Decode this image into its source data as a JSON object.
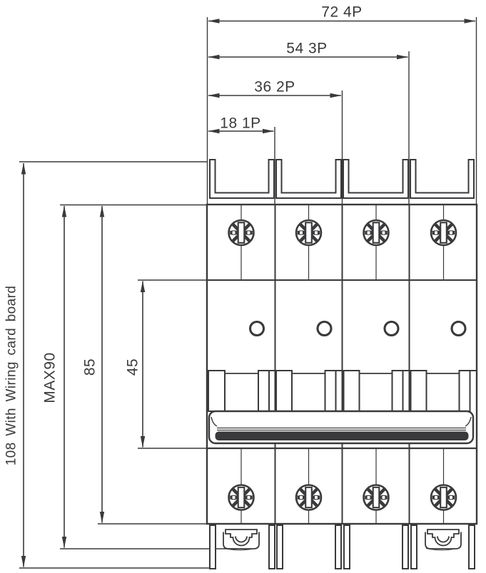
{
  "diagram": {
    "subject": "4-pole miniature circuit breaker - front outline dimension drawing",
    "units": "mm",
    "background": "#ffffff",
    "line_color": "#3a3a3c",
    "h_dims": [
      {
        "label": "72 4P",
        "value": 72,
        "applies_to": "4P"
      },
      {
        "label": "54 3P",
        "value": 54,
        "applies_to": "3P"
      },
      {
        "label": "36 2P",
        "value": 36,
        "applies_to": "2P"
      },
      {
        "label": "18 1P",
        "value": 18,
        "applies_to": "1P"
      }
    ],
    "v_dims": [
      {
        "label": "108 With Wiring card board",
        "value": 108,
        "note": "With Wiring card board"
      },
      {
        "label": "MAX90",
        "value": 90,
        "note": "MAX"
      },
      {
        "label": "85",
        "value": 85
      },
      {
        "label": "45",
        "value": 45
      }
    ],
    "components": {
      "poles": 4,
      "terminal_screws": 8,
      "indicator_windows": 4,
      "toggle_handle_bars": 1,
      "din_rail_clips": 2
    }
  }
}
